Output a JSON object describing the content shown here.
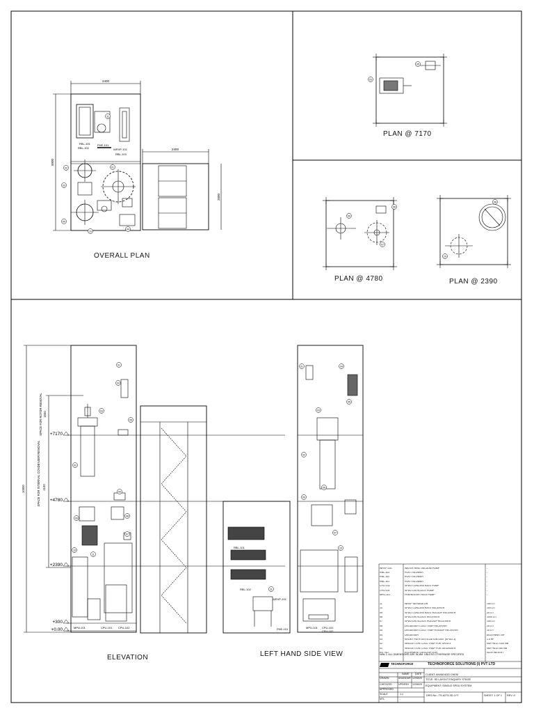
{
  "views": {
    "overall_plan": "OVERALL PLAN",
    "plan_7170": "PLAN @ 7170",
    "plan_4780": "PLAN @ 4780",
    "plan_2390": "PLAN @ 2390",
    "elevation": "ELEVATION",
    "left_hand_side_view": "LEFT HAND SIDE VIEW"
  },
  "dimensions": {
    "plan_width": "2400",
    "plan_depth": "5000",
    "platform_width": "2400",
    "platform_depth": "2600",
    "height_total": "10000",
    "space_top": "SPACE FOR ROTOR REMOVAL",
    "space_top_value": "1500",
    "space_condenser": "SPACE FOR INTERNAL CONDENSER REMOVAL",
    "space_condenser_value": "4100"
  },
  "levels": [
    "+7170",
    "+4780",
    "+2390",
    "+300",
    "+0.00"
  ],
  "equipment_tags": {
    "rbl101": "RBL-101",
    "rbl102": "RBL-102",
    "rbl103": "RBL-103",
    "phe101": "PHE-101",
    "wrvp101": "WRVP-101",
    "mpu101": "MPU-101",
    "cpu101": "CPU-101",
    "cpu102": "CPU-102",
    "t01": "01",
    "t02": "02",
    "t03": "03",
    "t04": "04",
    "t05": "05",
    "t06": "06",
    "t07": "07",
    "t08": "08",
    "t09": "09",
    "t10": "10",
    "t11": "11"
  },
  "title_block": {
    "schedule": [
      [
        "WRVP-101",
        "WATER RING VACUUM PUMP",
        "-"
      ],
      [
        "RBL-103",
        "ROOT BLOWER",
        "-"
      ],
      [
        "RBL-102",
        "ROOT BLOWER",
        "-"
      ],
      [
        "RBL-101",
        "ROOT BLOWER",
        "-"
      ],
      [
        "CPU-102",
        "SPDU CONCENTRATE PUMP",
        "-"
      ],
      [
        "CPU-101",
        "SPDU DISTILLATE PUMP",
        "-"
      ],
      [
        "MPU-101",
        "PREHEATER FEED PUMP",
        "-"
      ],
      [
        "",
        "",
        ""
      ],
      [
        "11",
        "WRVP SEPARATOR",
        "150 LIT"
      ],
      [
        "10",
        "SPDU CONCENTRATE RECEIVER",
        "100 LIT"
      ],
      [
        "09",
        "SPDU CONCENTRATE HOLDUP RECEIVER",
        "25 LIT"
      ],
      [
        "08",
        "SPDU DISTILLATE RECEIVER",
        "1000 LIT"
      ],
      [
        "07",
        "SPDU DISTILLATE HOLDUP RECEIVER",
        "100 LIT"
      ],
      [
        "06",
        "DEGASSER COLD TRAP RECEIVER",
        "25 LIT"
      ],
      [
        "05",
        "DEGASSER COLD TRAP HOLDUP RECEIVER",
        "10 LIT"
      ],
      [
        "04",
        "DEGASSER",
        "Ø115 mm/0.7M²"
      ],
      [
        "03",
        "SHORT PATH DISTILLATION UNIT (SPDU-1)",
        "1.0 m²"
      ],
      [
        "02",
        "SINGLE COIL COLD TRAP FOR SPDU-1",
        "VAP. NOZ.=100 NB"
      ],
      [
        "01",
        "SINGLE COIL COLD TRAP FOR DEGASSER",
        "VAP. NOZ.=80 NB"
      ],
      [
        "EQ. NO.",
        "EQUIPMENT DESCRIPTION",
        "SIZE/ WEIGHT"
      ]
    ],
    "note": "Note 1: ALL DIMENSIONS ARE IN MM. UNLESS OTHERWISE SPECIFIED",
    "logo_text": "TECHNOFORCE",
    "company": "TECHNOFORCE SOLUTIONS (I) PVT LTD",
    "col_name": "NAME",
    "col_date": "DATE",
    "drawn_label": "DRAWN",
    "drawn_name": "ANANDAR",
    "drawn_date": "12/08/20",
    "checked_label": "CHECKED",
    "checked_name": "UPDESH",
    "checked_date": "12/08/20",
    "approved_label": "APPROVED",
    "scale_label": "SCALE",
    "scale_value": "1:1",
    "mtl_label": "MTL",
    "mtl_value": "-",
    "client": "CLIENT: AHAM ADD CHEM",
    "title": "TITLE: 3D LAYOUT ENQUIRY STAGE",
    "equipment": "EQUIPMENT: SINGLE SPDU SYSTEM",
    "drg_no": "DRG.No.:-TS-6273-3D-LYT",
    "sheet": "SHEET: 1 OF 1",
    "rev": "REV.:0"
  }
}
